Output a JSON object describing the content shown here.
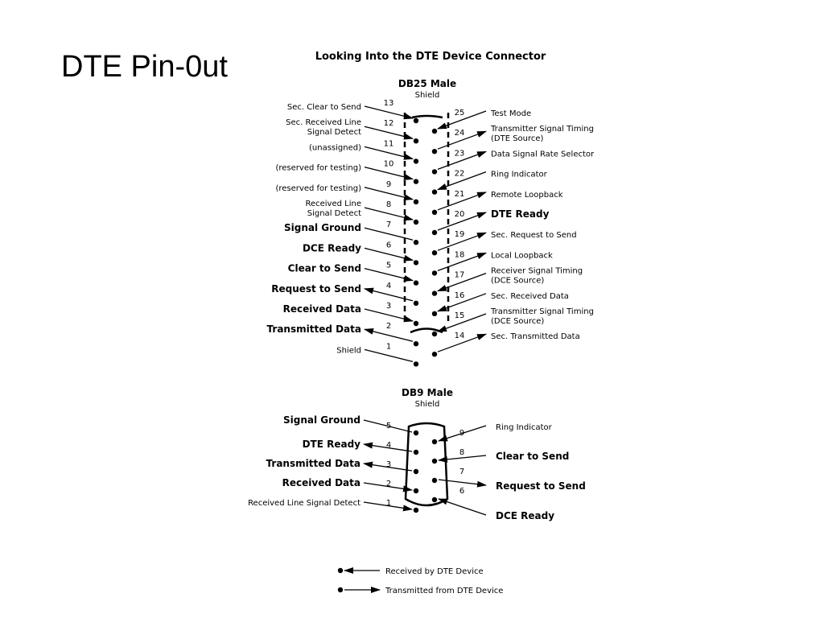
{
  "slide": {
    "title": "DTE Pin-0ut"
  },
  "diagram": {
    "heading": "Looking Into the DTE Device Connector",
    "db25": {
      "title": "DB25 Male",
      "shield": "Shield",
      "left": [
        {
          "pin": "13",
          "label": [
            "Sec. Clear to Send"
          ],
          "dir": "in",
          "bold": false
        },
        {
          "pin": "12",
          "label": [
            "Sec. Received Line",
            "Signal Detect"
          ],
          "dir": "in",
          "bold": false
        },
        {
          "pin": "11",
          "label": [
            "(unassigned)"
          ],
          "dir": "in",
          "bold": false
        },
        {
          "pin": "10",
          "label": [
            "(reserved for testing)"
          ],
          "dir": "in",
          "bold": false
        },
        {
          "pin": "9",
          "label": [
            "(reserved for testing)"
          ],
          "dir": "in",
          "bold": false
        },
        {
          "pin": "8",
          "label": [
            "Received Line",
            "Signal Detect"
          ],
          "dir": "in",
          "bold": false
        },
        {
          "pin": "7",
          "label": [
            "Signal Ground"
          ],
          "dir": "none",
          "bold": true
        },
        {
          "pin": "6",
          "label": [
            "DCE Ready"
          ],
          "dir": "in",
          "bold": true
        },
        {
          "pin": "5",
          "label": [
            "Clear to Send"
          ],
          "dir": "in",
          "bold": true
        },
        {
          "pin": "4",
          "label": [
            "Request to Send"
          ],
          "dir": "out",
          "bold": true
        },
        {
          "pin": "3",
          "label": [
            "Received Data"
          ],
          "dir": "in",
          "bold": true
        },
        {
          "pin": "2",
          "label": [
            "Transmitted Data"
          ],
          "dir": "out",
          "bold": true
        },
        {
          "pin": "1",
          "label": [
            "Shield"
          ],
          "dir": "none",
          "bold": false
        }
      ],
      "right": [
        {
          "pin": "25",
          "label": [
            "Test Mode"
          ],
          "dir": "in",
          "bold": false
        },
        {
          "pin": "24",
          "label": [
            "Transmitter Signal Timing",
            "(DTE Source)"
          ],
          "dir": "out",
          "bold": false
        },
        {
          "pin": "23",
          "label": [
            "Data Signal Rate Selector"
          ],
          "dir": "out",
          "bold": false
        },
        {
          "pin": "22",
          "label": [
            "Ring Indicator"
          ],
          "dir": "in",
          "bold": false
        },
        {
          "pin": "21",
          "label": [
            "Remote Loopback"
          ],
          "dir": "out",
          "bold": false
        },
        {
          "pin": "20",
          "label": [
            "DTE Ready"
          ],
          "dir": "out",
          "bold": true
        },
        {
          "pin": "19",
          "label": [
            "Sec. Request to Send"
          ],
          "dir": "out",
          "bold": false
        },
        {
          "pin": "18",
          "label": [
            "Local Loopback"
          ],
          "dir": "out",
          "bold": false
        },
        {
          "pin": "17",
          "label": [
            "Receiver Signal Timing",
            "(DCE Source)"
          ],
          "dir": "in",
          "bold": false
        },
        {
          "pin": "16",
          "label": [
            "Sec. Received Data"
          ],
          "dir": "in",
          "bold": false
        },
        {
          "pin": "15",
          "label": [
            "Transmitter Signal Timing",
            "(DCE Source)"
          ],
          "dir": "in",
          "bold": false
        },
        {
          "pin": "14",
          "label": [
            "Sec. Transmitted Data"
          ],
          "dir": "out",
          "bold": false
        }
      ]
    },
    "db9": {
      "title": "DB9 Male",
      "shield": "Shield",
      "left": [
        {
          "pin": "5",
          "label": [
            "Signal Ground"
          ],
          "dir": "none",
          "bold": true
        },
        {
          "pin": "4",
          "label": [
            "DTE Ready"
          ],
          "dir": "out",
          "bold": true
        },
        {
          "pin": "3",
          "label": [
            "Transmitted Data"
          ],
          "dir": "out",
          "bold": true
        },
        {
          "pin": "2",
          "label": [
            "Received Data"
          ],
          "dir": "in",
          "bold": true
        },
        {
          "pin": "1",
          "label": [
            "Received Line Signal Detect"
          ],
          "dir": "in",
          "bold": false
        }
      ],
      "right": [
        {
          "pin": "9",
          "label": [
            "Ring Indicator"
          ],
          "dir": "in",
          "bold": false
        },
        {
          "pin": "8",
          "label": [
            "Clear to Send"
          ],
          "dir": "in",
          "bold": true
        },
        {
          "pin": "7",
          "label": [
            "Request to Send"
          ],
          "dir": "out",
          "bold": true
        },
        {
          "pin": "6",
          "label": [
            "DCE Ready"
          ],
          "dir": "in",
          "bold": true
        }
      ]
    },
    "legend": [
      {
        "label": "Received by DTE Device",
        "dir": "in"
      },
      {
        "label": "Transmitted from DTE Device",
        "dir": "out"
      }
    ]
  }
}
